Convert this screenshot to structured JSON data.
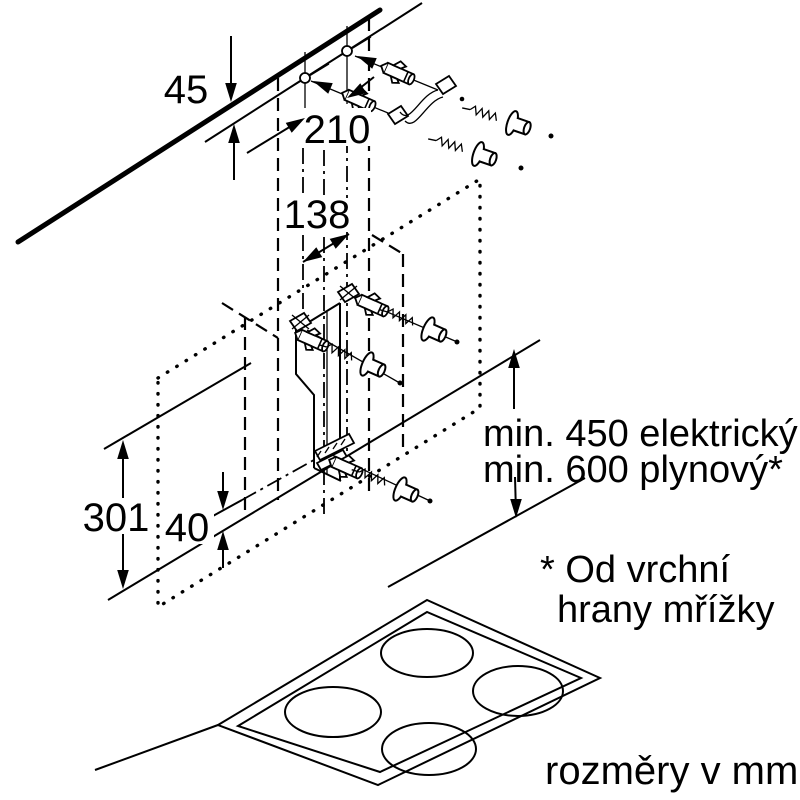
{
  "dimensions": {
    "ceiling_offset": "45",
    "top_holes_spacing": "210",
    "bracket_holes_spacing": "138",
    "hood_body_height": "301",
    "lower_hole_offset": "40"
  },
  "clearances": {
    "electric": "min. 450 elektrický",
    "gas": "min. 600 plynový*"
  },
  "footnote": {
    "line1": "* Od vrchní",
    "line2": "hrany mřížky"
  },
  "units_note": "rozměry v mm",
  "icons": {
    "wall_plug": "wall-plug-icon",
    "screw": "screw-icon",
    "drill_cross": "drill-cross-icon"
  },
  "colors": {
    "line": "#000000",
    "background": "#ffffff"
  }
}
